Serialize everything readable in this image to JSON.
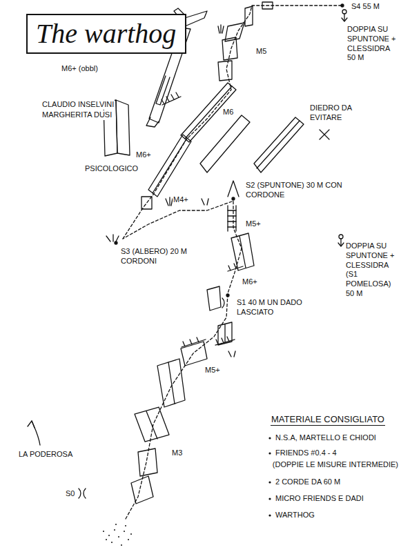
{
  "diagram": {
    "nodes": [
      {
        "text": [
          "The warthog"
        ]
      }
    ],
    "labels": [
      "M6+ (obbl)",
      "CLAUDIO INSELVINI",
      "MARGHERITA DUSI",
      "M5",
      "S4 55 M",
      "DOPPIA SU SPUNTONE + CLESSIDRA 50 M",
      "M6",
      "DIEDRO DA EVITARE",
      "M6+",
      "PSICOLOGICO",
      "S2 (SPUNTONE) 30 M CON CORDONE",
      "M4+",
      "M5+",
      "S3 (ALBERO) 20 M CORDONI",
      "DOPPIA SU SPUNTONE + CLESSIDRA (S1 POMELOSA) 50 M",
      "M6+",
      "S1 40 M UN DADO LASCIATO",
      "M5+",
      "M3",
      "LA PODEROSA",
      "S0",
      "MATERIALE CONSIGLIATO",
      "N.S.A, MARTELLO E CHIODI",
      "FRIENDS #0.4 - 4",
      "(DOPPIE LE MISURE INTERMEDIE)",
      "2 CORDE DA 60 M",
      "MICRO FRIENDS E DADI",
      "WARTHOG"
    ]
  }
}
